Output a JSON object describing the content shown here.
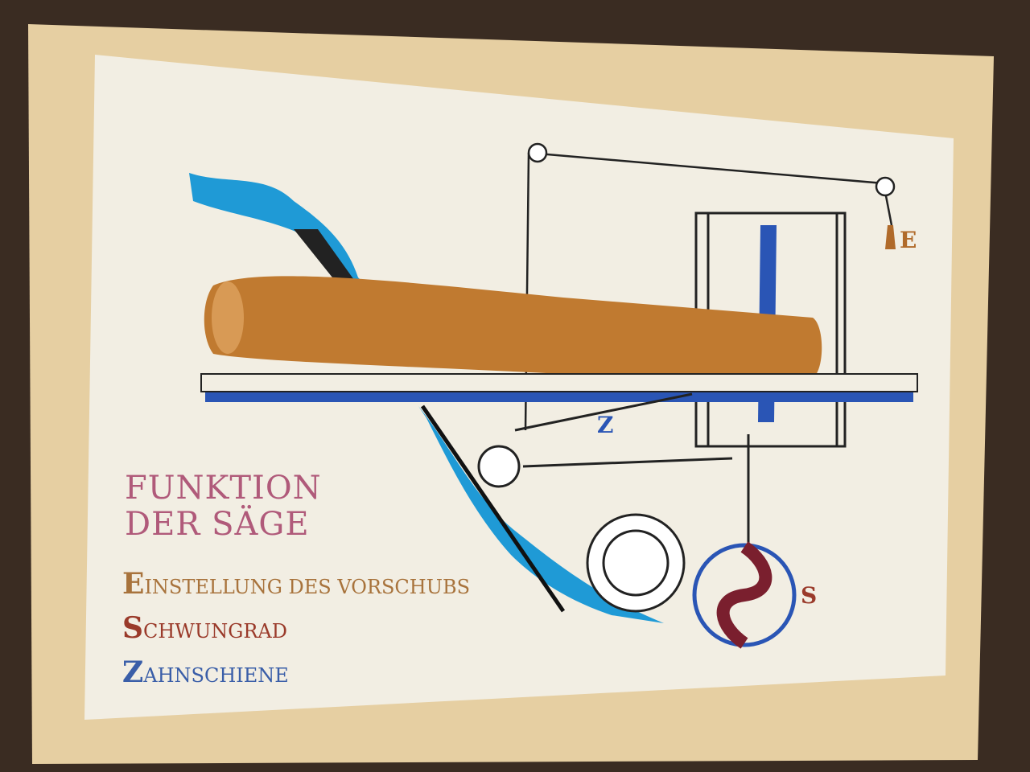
{
  "title": {
    "line1": "FUNKTION",
    "line2": "DER SÄGE"
  },
  "legend": [
    {
      "initial": "E",
      "rest": "INSTELLUNG DES VORSCHUBS",
      "color": "#a8733c"
    },
    {
      "initial": "S",
      "rest": "CHWUNGRAD",
      "color": "#9a3a2a"
    },
    {
      "initial": "Z",
      "rest": "AHNSCHIENE",
      "color": "#3a5ea8"
    }
  ],
  "markers": {
    "e": "E",
    "s": "S",
    "z": "Z"
  },
  "colors": {
    "water": "#1f9ad6",
    "log": "#c07a30",
    "wheel": "#7a1f2e",
    "saw": "#2a55b5",
    "wood_frame": "#4a3628",
    "board": "#f2eee3"
  }
}
